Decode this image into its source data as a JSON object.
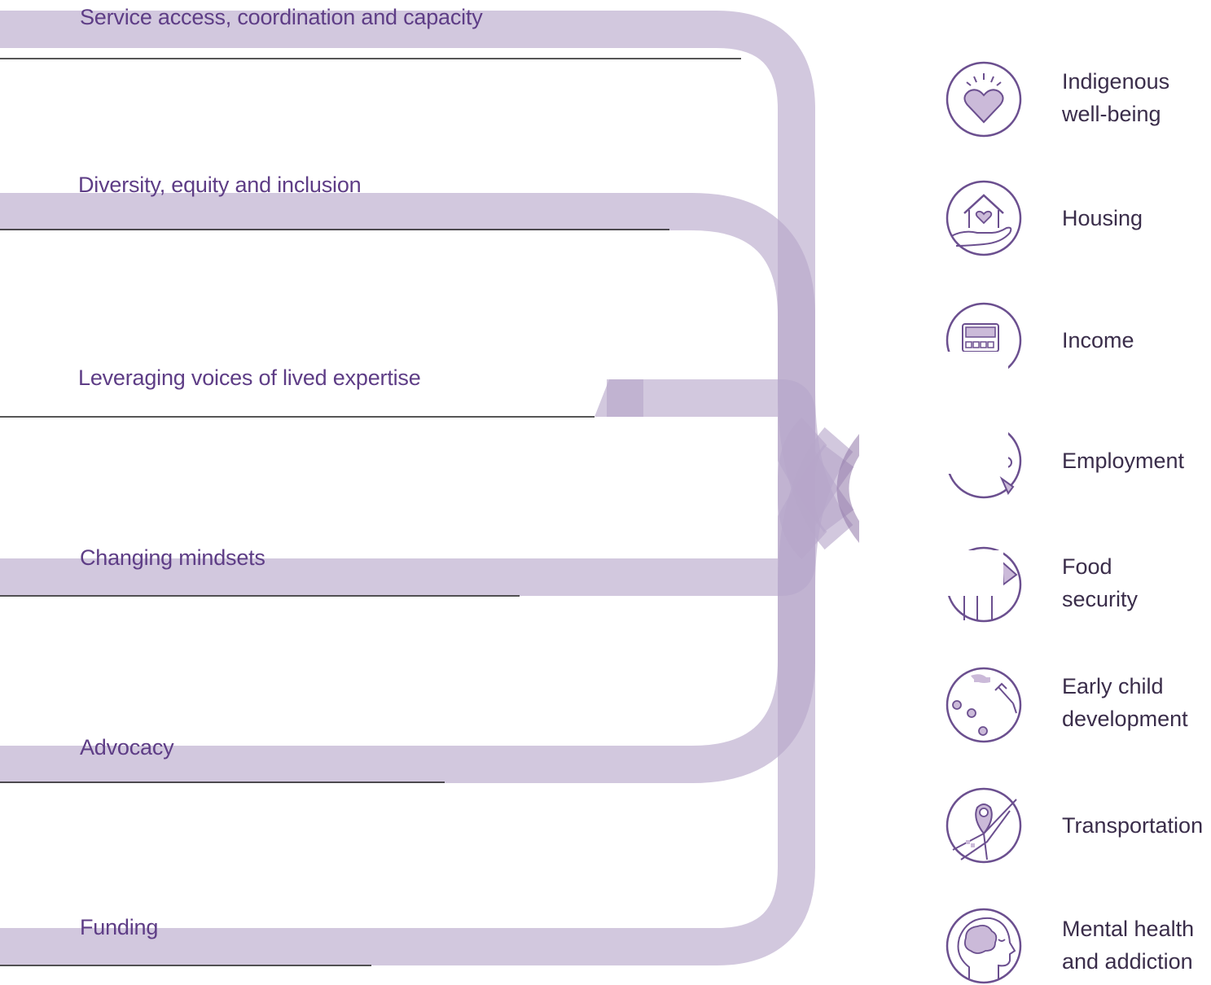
{
  "colors": {
    "band": "#b7a7c9",
    "left_label_text": "#5e3d86",
    "right_label_text": "#3a2d4a",
    "icon_stroke": "#6b4f8f",
    "icon_fill": "#cbbad9"
  },
  "levers": [
    {
      "label": "Service access, coordination and capacity"
    },
    {
      "label": "Diversity, equity and inclusion"
    },
    {
      "label": "Leveraging voices of lived expertise"
    },
    {
      "label": "Changing mindsets"
    },
    {
      "label": "Advocacy"
    },
    {
      "label": "Funding"
    }
  ],
  "outcomes": [
    {
      "label": "Indigenous\nwell-being",
      "icon": "heart-shine-icon"
    },
    {
      "label": "Housing",
      "icon": "house-hand-icon"
    },
    {
      "label": "Income",
      "icon": "calculator-icon"
    },
    {
      "label": "Employment",
      "icon": "employment-icon"
    },
    {
      "label": "Food\nsecurity",
      "icon": "food-jar-icon"
    },
    {
      "label": "Early child\ndevelopment",
      "icon": "paint-palette-icon"
    },
    {
      "label": "Transportation",
      "icon": "map-pin-icon"
    },
    {
      "label": "Mental health\nand addiction",
      "icon": "brain-head-icon"
    }
  ]
}
